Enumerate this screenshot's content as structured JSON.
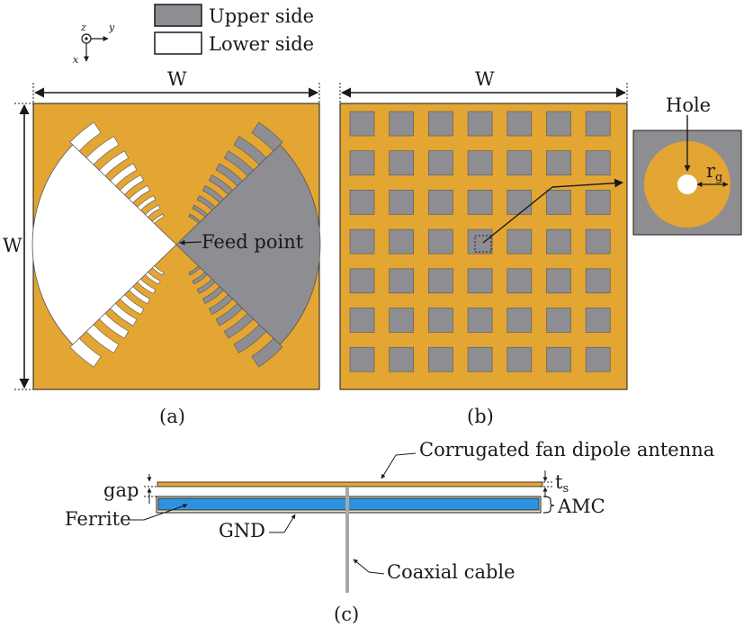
{
  "legend": {
    "upper": "Upper side",
    "lower": "Lower side",
    "upper_color": "#8e8e92",
    "lower_color": "#ffffff"
  },
  "axes": {
    "z": "z",
    "y": "y",
    "x": "x"
  },
  "panel_a": {
    "width_label_top": "W",
    "width_label_left": "W",
    "feed_label": "Feed point",
    "caption": "(a)"
  },
  "panel_b": {
    "width_label_top": "W",
    "hole_label": "Hole",
    "rg_label": "r",
    "rg_sub": "g",
    "caption": "(b)",
    "patch_rows": 7,
    "patch_cols": 7
  },
  "panel_c": {
    "antenna_label": "Corrugated fan dipole antenna",
    "ts_label": "t",
    "ts_sub": "s",
    "gap_label": "gap",
    "amc_label": "AMC",
    "ferrite_label": "Ferrite",
    "gnd_label": "GND",
    "cable_label": "Coaxial cable",
    "caption": "(c)"
  },
  "colors": {
    "substrate": "#e3a633",
    "metal": "#8e8e92",
    "ferrite": "#2d93e0",
    "dark": "#1a1a1a"
  }
}
